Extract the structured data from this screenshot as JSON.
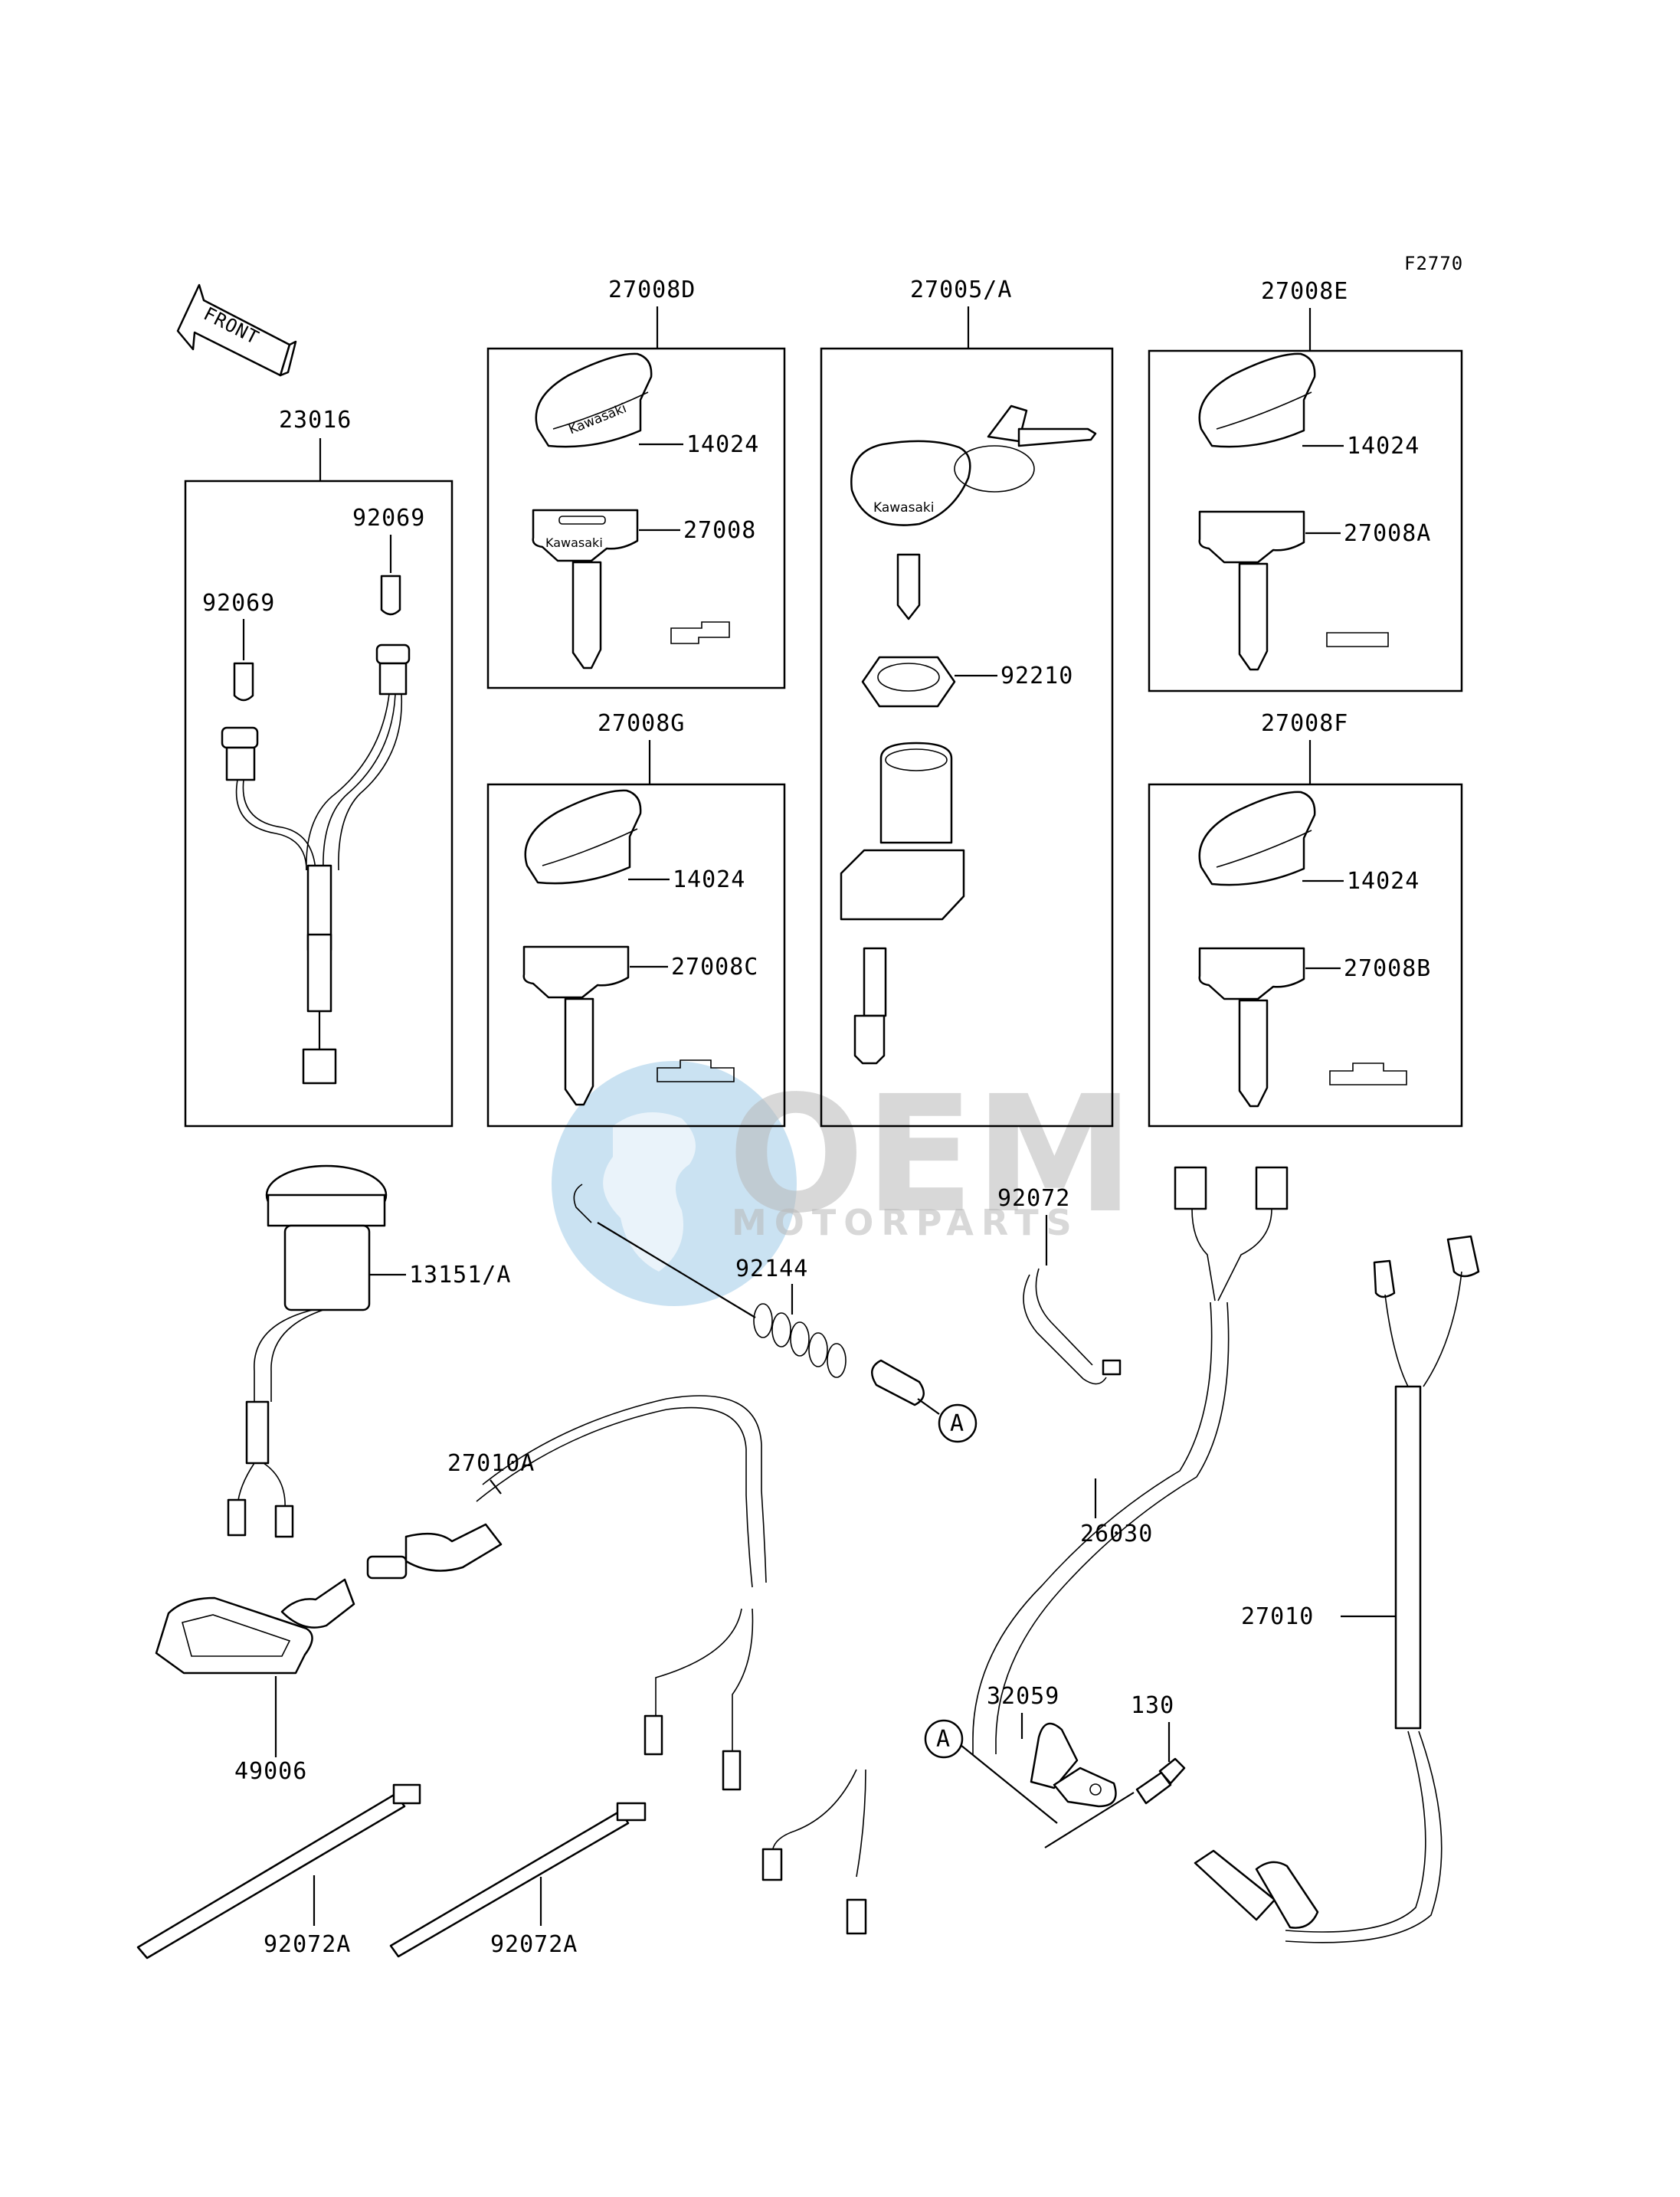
{
  "figure_code": "F2770",
  "front_arrow_label": "FRONT",
  "watermark": {
    "line1": "OEM",
    "line2": "MOTORPARTS"
  },
  "callout_marker": "A",
  "groups": {
    "g23016": "23016",
    "g27008D": "27008D",
    "g27005A": "27005/A",
    "g27008E": "27008E",
    "g27008G": "27008G",
    "g27008F": "27008F"
  },
  "parts": {
    "p92069_a": "92069",
    "p92069_b": "92069",
    "p14024_d": "14024",
    "p27008": "27008",
    "p14024_e": "14024",
    "p27008A": "27008A",
    "p92210": "92210",
    "p14024_g": "14024",
    "p27008C": "27008C",
    "p14024_f": "14024",
    "p27008B": "27008B",
    "p13151A": "13151/A",
    "p92144": "92144",
    "p92072": "92072",
    "p27010A": "27010A",
    "p26030": "26030",
    "p27010": "27010",
    "p32059": "32059",
    "p130": "130",
    "p49006": "49006",
    "p92072A_a": "92072A",
    "p92072A_b": "92072A"
  },
  "key_cap_brand": "Kawasaki"
}
